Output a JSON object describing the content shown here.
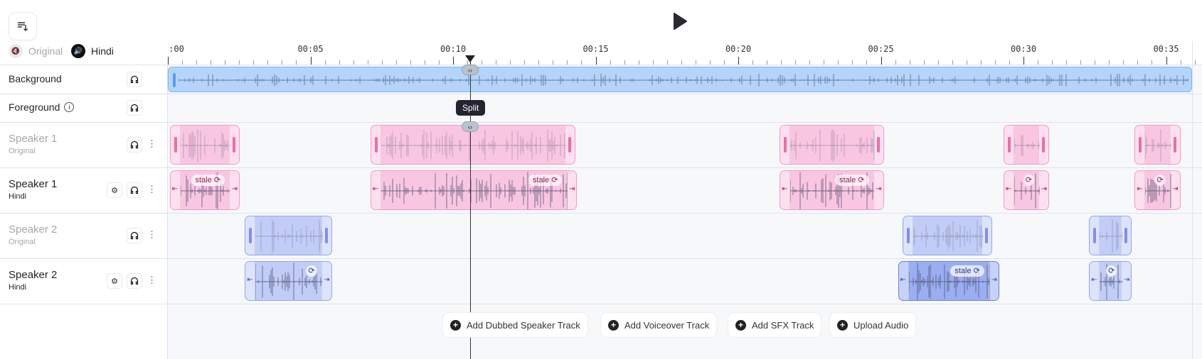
{
  "toolbar": {
    "menu_icon": "list-sort-icon",
    "play_icon": "play-icon"
  },
  "languages": [
    {
      "label": "Original",
      "muted": true
    },
    {
      "label": "Hindi",
      "muted": false
    }
  ],
  "ruler": {
    "labels": [
      ":00",
      "00:05",
      "00:10",
      "00:15",
      "00:20",
      "00:25",
      "00:30",
      "00:35"
    ],
    "playhead_seconds": 10.6
  },
  "tracks": [
    {
      "name": "Background",
      "sub": "",
      "dim": false,
      "settings": false,
      "menu": false,
      "info": false
    },
    {
      "name": "Foreground",
      "sub": "",
      "dim": false,
      "settings": false,
      "menu": false,
      "info": true
    },
    {
      "name": "Speaker 1",
      "sub": "Original",
      "dim": true,
      "settings": false,
      "menu": true,
      "info": false
    },
    {
      "name": "Speaker 1",
      "sub": "Hindi",
      "dim": false,
      "settings": true,
      "menu": true,
      "info": false
    },
    {
      "name": "Speaker 2",
      "sub": "Original",
      "dim": true,
      "settings": false,
      "menu": true,
      "info": false
    },
    {
      "name": "Speaker 2",
      "sub": "Hindi",
      "dim": false,
      "settings": true,
      "menu": true,
      "info": false
    }
  ],
  "clips": {
    "speaker1_original": [
      [
        0.07,
        2.52
      ],
      [
        7.1,
        14.3
      ],
      [
        21.45,
        25.1
      ],
      [
        29.3,
        30.9
      ],
      [
        33.9,
        35.5
      ]
    ],
    "speaker1_hindi": [
      {
        "s": 0.07,
        "e": 2.52,
        "badge": "stale"
      },
      {
        "s": 7.1,
        "e": 14.35,
        "badge": "stale"
      },
      {
        "s": 21.45,
        "e": 25.1,
        "badge": "stale"
      },
      {
        "s": 29.3,
        "e": 30.9,
        "badge": ""
      },
      {
        "s": 33.9,
        "e": 35.5,
        "badge": ""
      }
    ],
    "speaker2_original": [
      [
        2.7,
        5.75
      ],
      [
        25.75,
        28.9
      ],
      [
        32.3,
        33.8
      ]
    ],
    "speaker2_hindi": [
      {
        "s": 2.7,
        "e": 5.75,
        "badge": "",
        "selected": false
      },
      {
        "s": 25.6,
        "e": 29.15,
        "badge": "stale",
        "selected": true
      },
      {
        "s": 32.3,
        "e": 33.8,
        "badge": "",
        "selected": false
      }
    ]
  },
  "split_tooltip": "Split",
  "add_buttons": [
    {
      "label": "Add Dubbed Speaker Track"
    },
    {
      "label": "Add Voiceover Track"
    },
    {
      "label": "Add SFX Track"
    },
    {
      "label": "Upload Audio"
    }
  ],
  "colors": {
    "pink": "#f9c6e2",
    "blue": "#c1cdf7",
    "background_track": "#b3d4fb"
  }
}
